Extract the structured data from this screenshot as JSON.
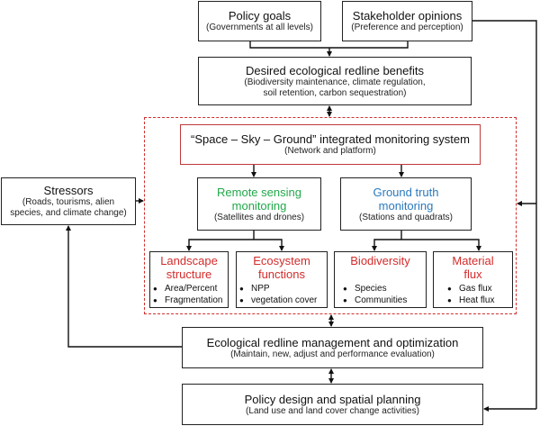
{
  "nodes": {
    "policy_goals": {
      "title": "Policy goals",
      "subtitle": "(Governments at all levels)"
    },
    "stakeholder": {
      "title": "Stakeholder opinions",
      "subtitle": "(Preference and perception)"
    },
    "desired": {
      "title": "Desired ecological redline benefits",
      "subtitle_lines": [
        "(Biodiversity maintenance, climate regulation,",
        "soil retention, carbon sequestration)"
      ]
    },
    "ssg": {
      "title": "“Space – Sky – Ground” integrated monitoring system",
      "subtitle": "(Network and platform)"
    },
    "remote": {
      "title_lines": [
        "Remote sensing",
        "monitoring"
      ],
      "subtitle": "(Satellites and drones)",
      "color": "#22a84a"
    },
    "ground": {
      "title_lines": [
        "Ground truth",
        "monitoring"
      ],
      "subtitle": "(Stations and quadrats)",
      "color": "#2a79bc"
    },
    "stressors": {
      "title": "Stressors",
      "subtitle_lines": [
        "(Roads, tourisms, alien",
        "species, and climate change)"
      ]
    },
    "landscape": {
      "title_lines": [
        "Landscape",
        "structure"
      ],
      "items": [
        "Area/Percent",
        "Fragmentation"
      ]
    },
    "ecosystem": {
      "title_lines": [
        "Ecosystem",
        "functions"
      ],
      "items": [
        "NPP",
        "vegetation cover"
      ]
    },
    "biodiversity": {
      "title_lines": [
        "Biodiversity"
      ],
      "items": [
        "Species",
        "Communities"
      ]
    },
    "material": {
      "title_lines": [
        "Material",
        "flux"
      ],
      "items": [
        "Gas flux",
        "Heat flux"
      ]
    },
    "management": {
      "title": "Ecological redline management and optimization",
      "subtitle": "(Maintain, new, adjust and performance evaluation)"
    },
    "policy_design": {
      "title": "Policy design and spatial planning",
      "subtitle": "(Land use and land cover change activities)"
    }
  },
  "colors": {
    "indicator_title": "#d42b2b",
    "dashed_border": "#d12f2f",
    "ssg_border": "#c0393b"
  },
  "edges": [
    [
      "policy_goals",
      "desired"
    ],
    [
      "stakeholder",
      "desired"
    ],
    [
      "stakeholder",
      "dashed_group"
    ],
    [
      "stakeholder",
      "policy_design"
    ],
    [
      "desired",
      "dashed_group",
      "bidirectional"
    ],
    [
      "ssg",
      "remote"
    ],
    [
      "ssg",
      "ground"
    ],
    [
      "remote",
      "landscape"
    ],
    [
      "remote",
      "ecosystem"
    ],
    [
      "ground",
      "biodiversity"
    ],
    [
      "ground",
      "material"
    ],
    [
      "stressors",
      "dashed_group"
    ],
    [
      "management",
      "stressors"
    ],
    [
      "dashed_group",
      "management",
      "bidirectional"
    ],
    [
      "management",
      "policy_design",
      "bidirectional"
    ]
  ]
}
